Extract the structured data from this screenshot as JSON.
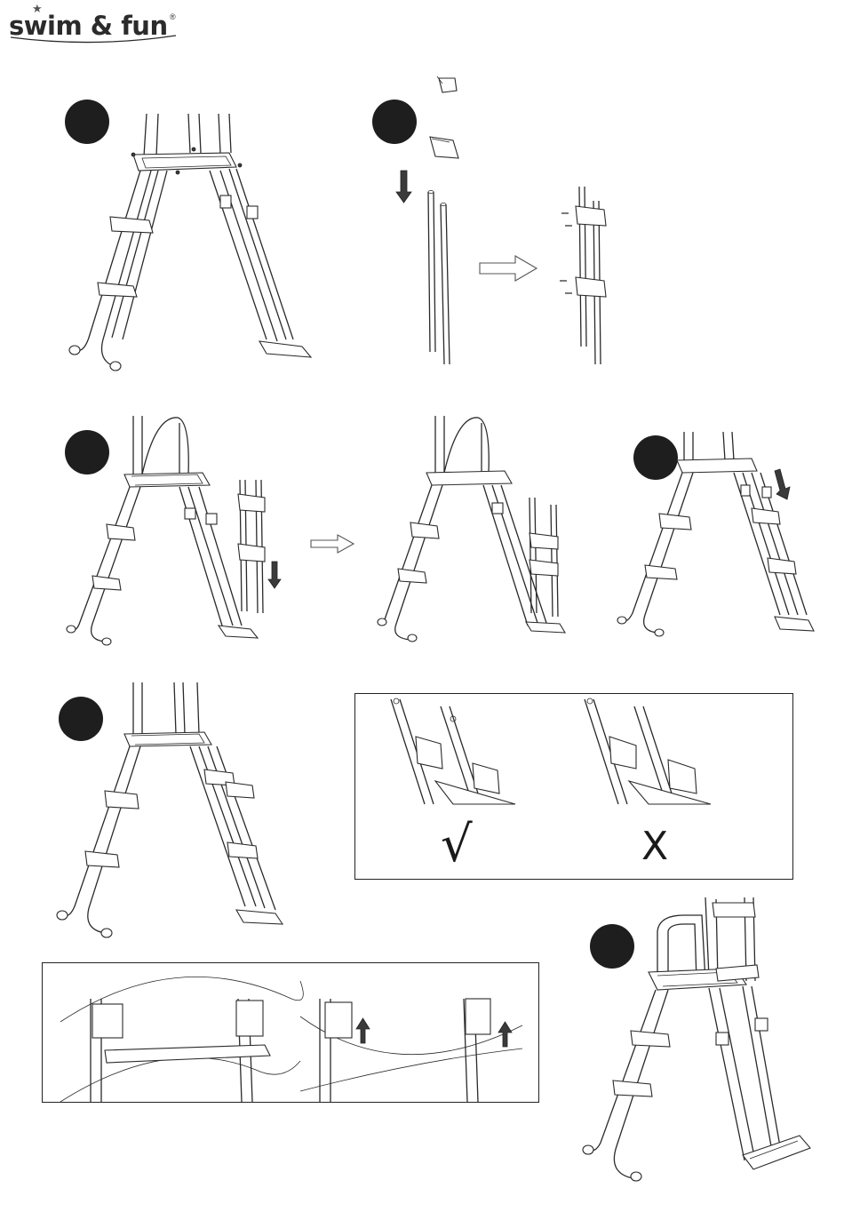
{
  "brand": {
    "logo_text": "swim & fun",
    "registered_mark": "®",
    "logo_star": "★"
  },
  "steps": [
    {
      "id": "step-1",
      "badge": "dark-circle"
    },
    {
      "id": "step-2",
      "badge": "dark-circle"
    },
    {
      "id": "step-3",
      "badge": "dark-circle"
    },
    {
      "id": "step-4",
      "badge": "dark-circle"
    },
    {
      "id": "step-5",
      "badge": "dark-circle"
    },
    {
      "id": "step-6",
      "badge": "dark-circle"
    }
  ],
  "check_panel": {
    "correct_mark": "√",
    "wrong_mark": "X"
  },
  "icons": {
    "arrow_down": "arrow-down-icon",
    "arrow_right_outline": "arrow-right-outline-icon",
    "arrow_up": "arrow-up-icon"
  },
  "colors": {
    "ink": "#1e1e1e",
    "paper": "#ffffff"
  }
}
